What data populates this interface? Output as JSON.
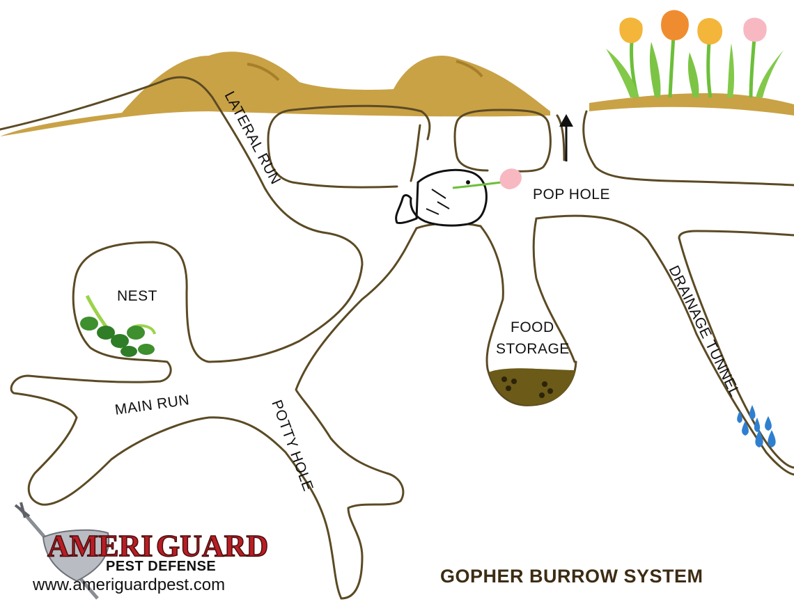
{
  "title": "GOPHER BURROW SYSTEM",
  "labels": {
    "lateral_run": "LATERAL RUN",
    "pop_hole": "POP HOLE",
    "nest": "NEST",
    "food_storage_line1": "FOOD",
    "food_storage_line2": "STORAGE",
    "main_run": "MAIN RUN",
    "potty_hole": "POTTY HOLE",
    "drainage_tunnel": "DRAINAGE TUNNEL"
  },
  "logo": {
    "name_part1": "AMERI",
    "name_part2": "GUARD",
    "tagline": "PEST DEFENSE",
    "url": "www.ameriguardpest.com"
  },
  "colors": {
    "soil": "#c9a246",
    "soil_dark": "#a57f2a",
    "tunnel_line": "#5b4a24",
    "title": "#3d2c14",
    "logo_red": "#b81e24",
    "tulip_orange": "#f3a93a",
    "tulip_pink": "#f7b8c2",
    "leaf_green": "#5fb33a",
    "food": "#6b5a18",
    "water": "#2f7fd1"
  },
  "icons": [
    "arrow-up-icon",
    "gopher-icon",
    "tulip-icon",
    "leaves-icon",
    "water-drops-icon",
    "sword-shield-icon"
  ]
}
